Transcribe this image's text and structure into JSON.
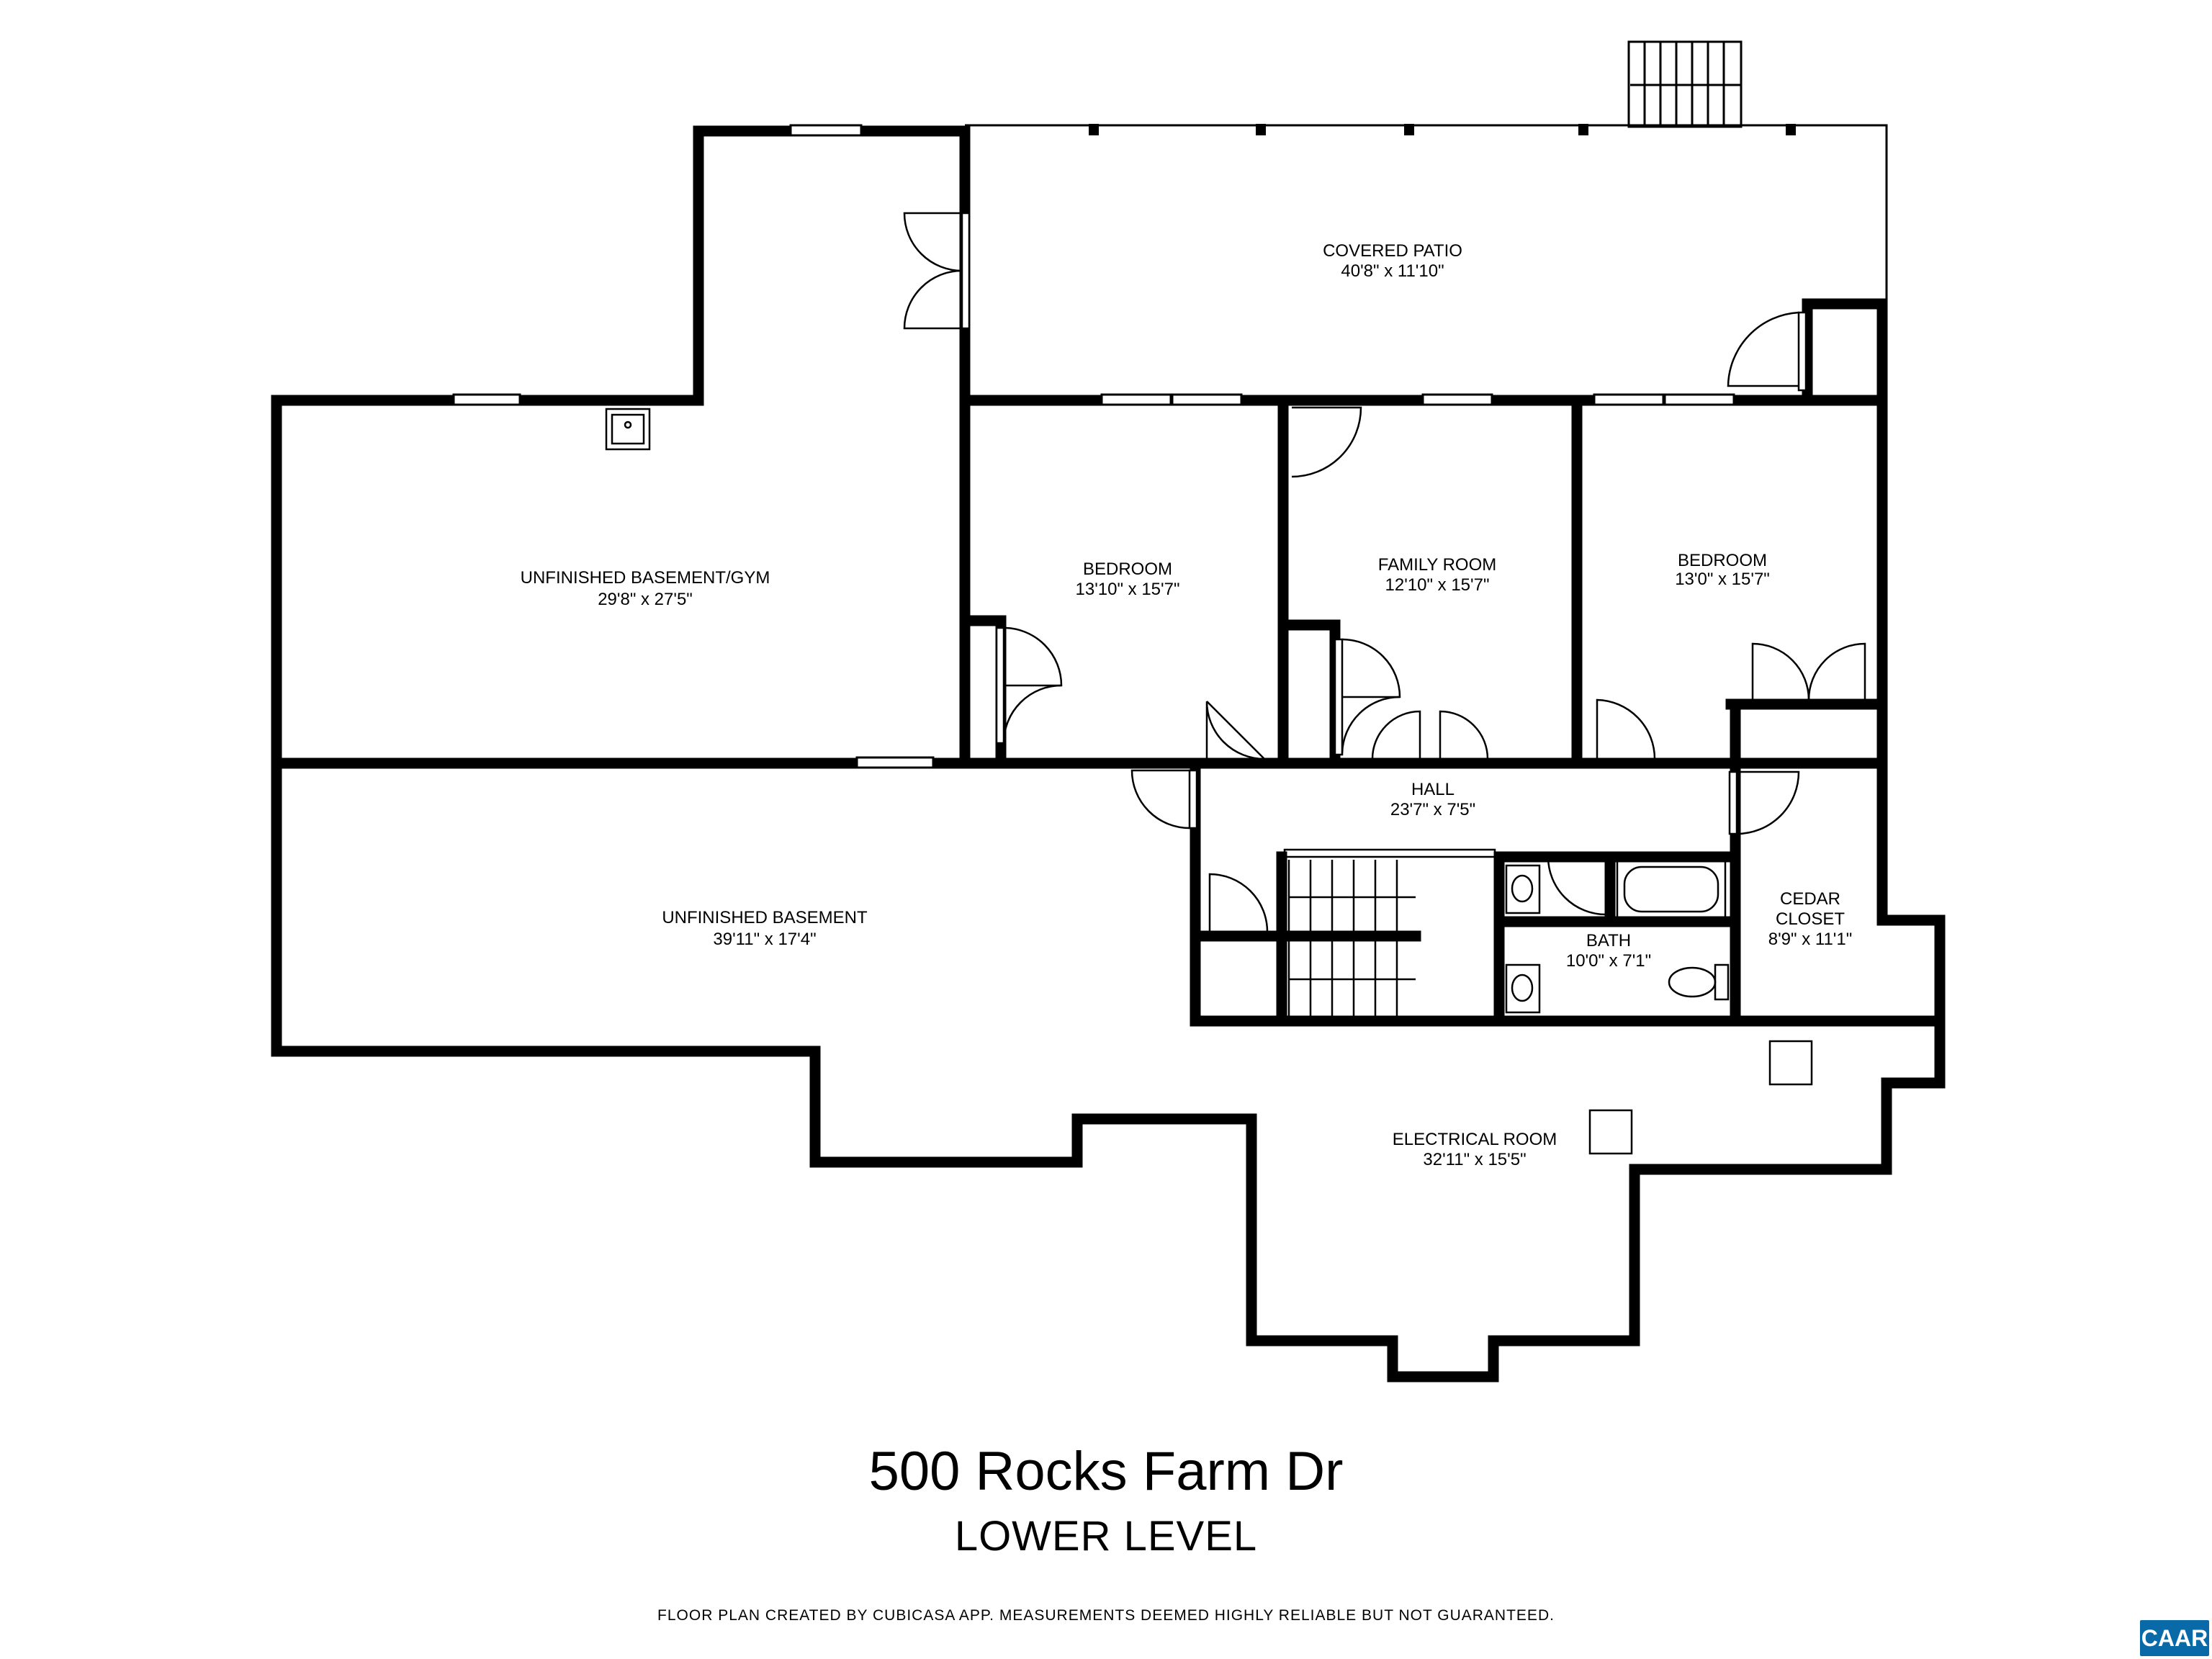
{
  "rooms": {
    "covered_patio": {
      "name": "COVERED PATIO",
      "size": "40'8\" x 11'10\""
    },
    "gym": {
      "name": "UNFINISHED BASEMENT/GYM",
      "size": "29'8\" x 27'5\""
    },
    "bedroom1": {
      "name": "BEDROOM",
      "size": "13'10\" x 15'7\""
    },
    "family_room": {
      "name": "FAMILY ROOM",
      "size": "12'10\" x 15'7\""
    },
    "bedroom2": {
      "name": "BEDROOM",
      "size": "13'0\" x 15'7\""
    },
    "hall": {
      "name": "HALL",
      "size": "23'7\" x 7'5\""
    },
    "unfinished_basement": {
      "name": "UNFINISHED BASEMENT",
      "size": "39'11\" x 17'4\""
    },
    "bath": {
      "name": "BATH",
      "size": "10'0\" x 7'1\""
    },
    "cedar_closet": {
      "name_line1": "CEDAR",
      "name_line2": "CLOSET",
      "size": "8'9\" x 11'1\""
    },
    "electrical_room": {
      "name": "ELECTRICAL ROOM",
      "size": "32'11\" x 15'5\""
    }
  },
  "address": "500 Rocks Farm Dr",
  "level": "LOWER LEVEL",
  "disclaimer": "FLOOR PLAN CREATED BY CUBICASA APP. MEASUREMENTS DEEMED HIGHLY RELIABLE BUT NOT GUARANTEED.",
  "badge": "CAAR",
  "colors": {
    "wall": "#000000",
    "background": "#ffffff",
    "badge": "#0a6aa8"
  }
}
